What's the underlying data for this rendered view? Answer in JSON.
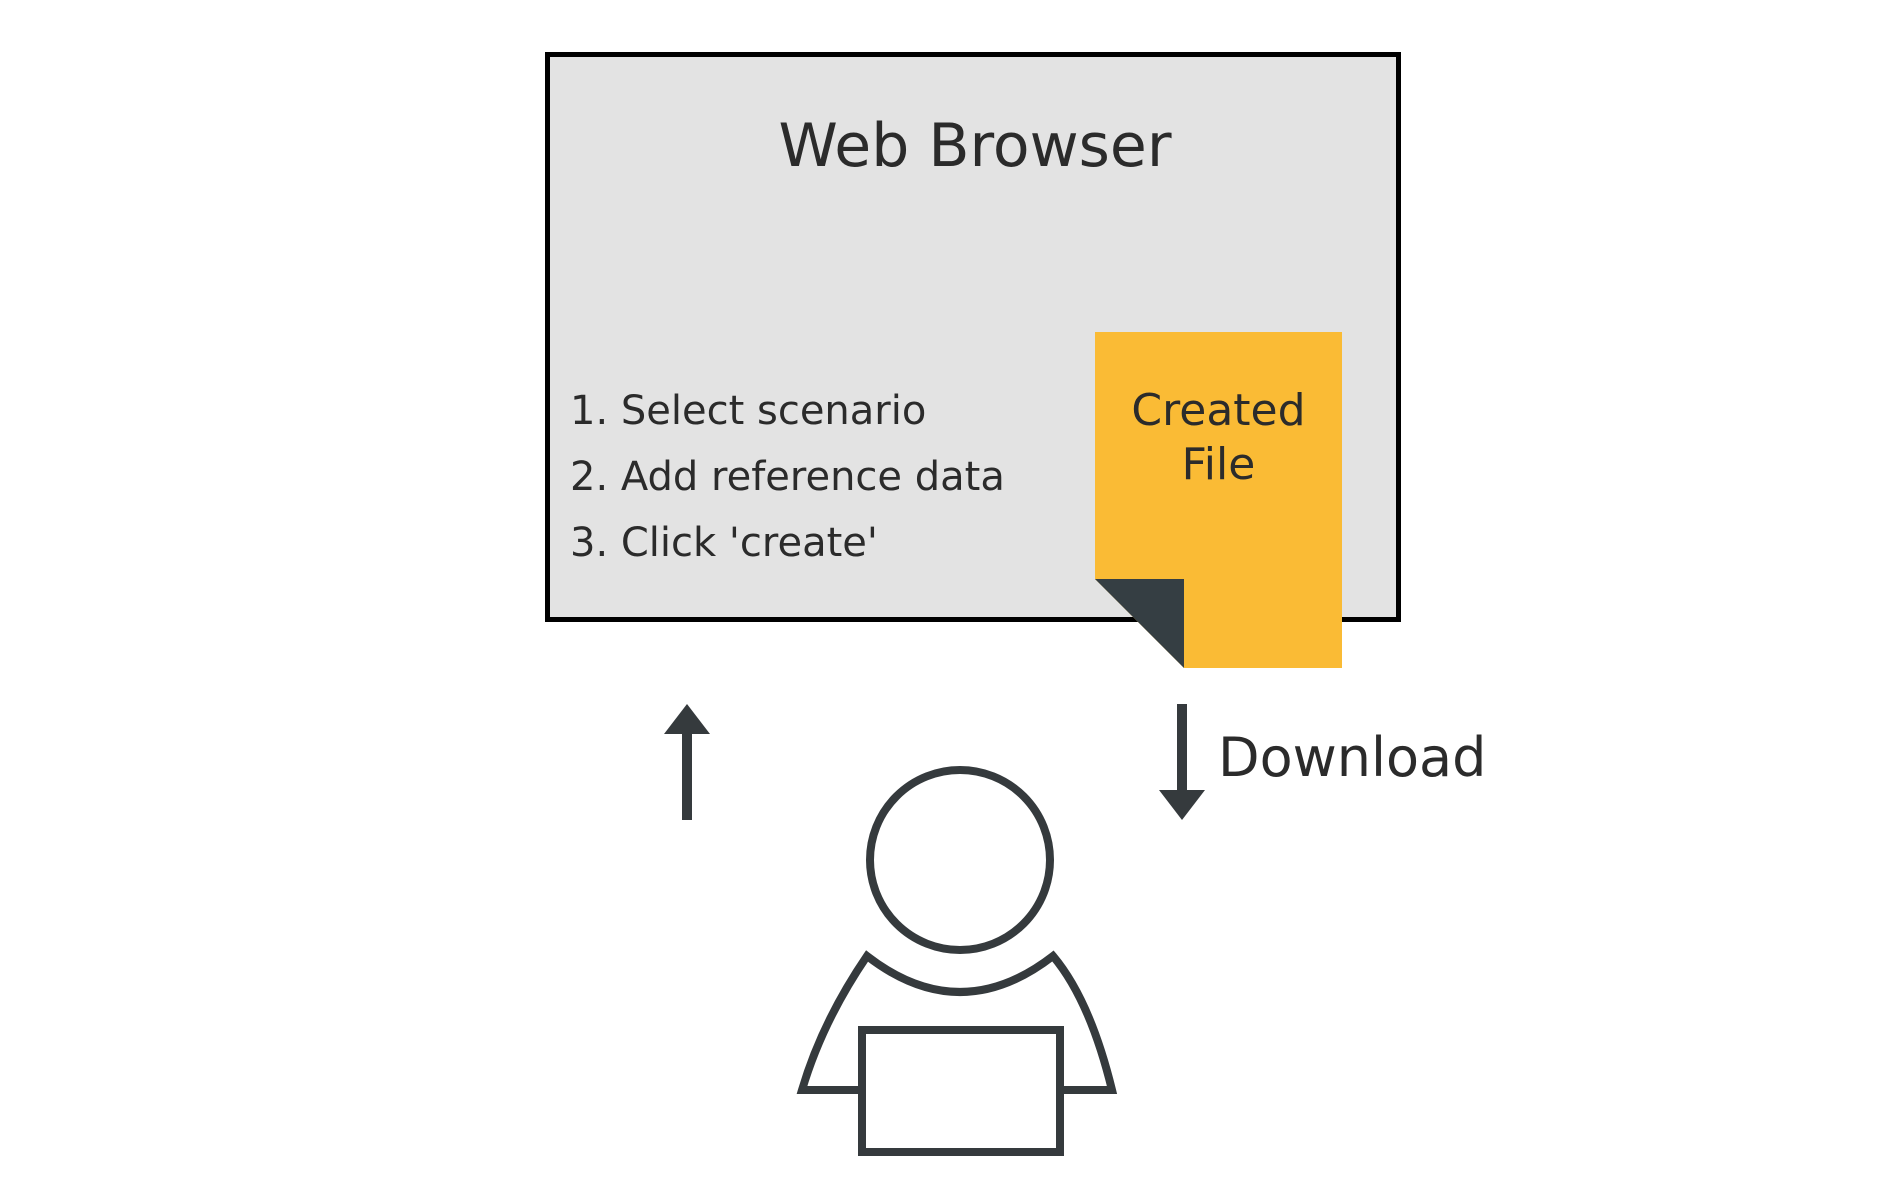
{
  "browser": {
    "title": "Web Browser",
    "steps": [
      "1. Select scenario",
      "2. Add reference data",
      "3. Click 'create'"
    ]
  },
  "file": {
    "label_line1": "Created",
    "label_line2": "File",
    "color": "#fabb35",
    "fold_color": "#353e43"
  },
  "download": {
    "label": "Download"
  },
  "colors": {
    "browser_background": "#e3e3e3",
    "browser_border": "#000000",
    "text": "#2b2b2b",
    "icon_stroke": "#353a3d"
  },
  "icons": {
    "upload_arrow": "arrow-up-icon",
    "download_arrow": "arrow-down-icon",
    "user": "user-at-laptop-icon",
    "file": "document-icon"
  }
}
